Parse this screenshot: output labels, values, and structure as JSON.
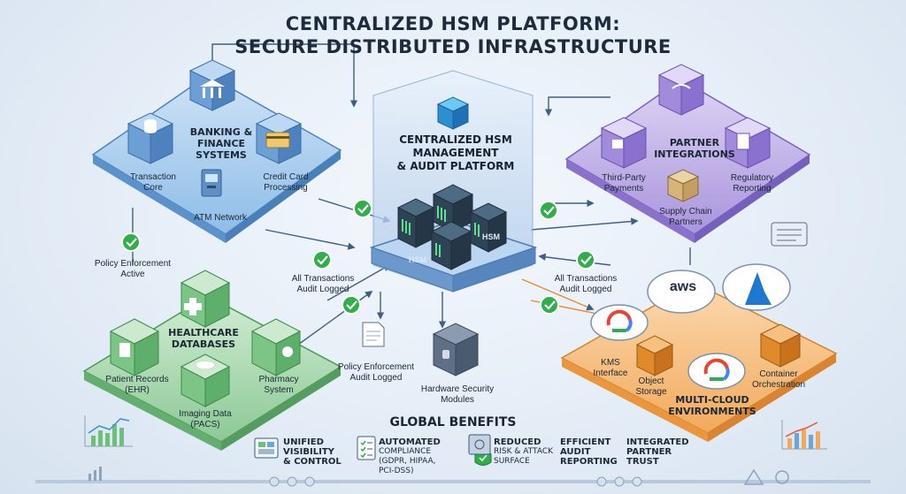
{
  "title": {
    "line1": "CENTRALIZED HSM PLATFORM:",
    "line2": "SECURE DISTRIBUTED INFRASTRUCTURE"
  },
  "center": {
    "line1": "CENTRALIZED HSM",
    "line2": "MANAGEMENT",
    "line3": "& AUDIT PLATFORM",
    "hsm_label": "HSM"
  },
  "banking": {
    "title1": "BANKING &",
    "title2": "FINANCE",
    "title3": "SYSTEMS",
    "transaction1": "Transaction",
    "transaction2": "Core",
    "credit1": "Credit Card",
    "credit2": "Processing",
    "atm": "ATM Network"
  },
  "partner": {
    "title1": "PARTNER",
    "title2": "INTEGRATIONS",
    "payments1": "Third-Party",
    "payments2": "Payments",
    "regulatory1": "Regulatory",
    "regulatory2": "Reporting",
    "supply1": "Supply Chain",
    "supply2": "Partners"
  },
  "healthcare": {
    "title1": "HEALTHCARE",
    "title2": "DATABASES",
    "records1": "Patient Records",
    "records2": "(EHR)",
    "pharmacy1": "Pharmacy",
    "pharmacy2": "System",
    "imaging1": "Imaging Data",
    "imaging2": "(PACS)"
  },
  "cloud": {
    "title1": "MULTI-CLOUD",
    "title2": "ENVIRONMENTS",
    "aws": "aws",
    "kms1": "KMS",
    "kms2": "Interface",
    "object1": "Object",
    "object2": "Storage",
    "container1": "Container",
    "container2": "Orchestration"
  },
  "status": {
    "policy_active1": "Policy Enforcement",
    "policy_active2": "Active",
    "audit_left1": "All Transactions",
    "audit_left2": "Audit Logged",
    "audit_right1": "All Transactions",
    "audit_right2": "Audit Logged",
    "policy_logged1": "Policy Enforcement",
    "policy_logged2": "Audit Logged",
    "hardware1": "Hardware Security",
    "hardware2": "Modules"
  },
  "benefits": {
    "heading": "GLOBAL BENEFITS",
    "b1_line1": "UNIFIED",
    "b1_line2": "VISIBILITY",
    "b1_line3": "& CONTROL",
    "b2_line1": "AUTOMATED",
    "b2_line2": "COMPLIANCE",
    "b2_line3": "(GDPR, HIPAA,",
    "b2_line4": "PCI-DSS)",
    "b3_line1": "REDUCED",
    "b3_line2": "RISK & ATTACK",
    "b3_line3": "SURFACE",
    "b4_line1": "EFFICIENT",
    "b4_line2": "AUDIT",
    "b4_line3": "REPORTING",
    "b5_line1": "INTEGRATED",
    "b5_line2": "PARTNER",
    "b5_line3": "TRUST"
  },
  "colors": {
    "banking": "#6aa6dc",
    "partner": "#9a85d6",
    "healthcare": "#7fc48a",
    "cloud": "#f2a95a",
    "center": "#7ea4d4",
    "check": "#2fae4a"
  }
}
